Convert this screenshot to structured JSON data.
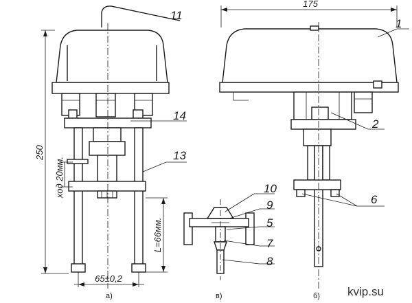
{
  "dimensions": {
    "height_total": "250",
    "width_top": "175",
    "stroke": "ход 20мм.",
    "spacing": "65±0,2",
    "length": "L=66мм."
  },
  "callouts": [
    "1",
    "2",
    "5",
    "6",
    "7",
    "8",
    "9",
    "10",
    "11",
    "13",
    "14"
  ],
  "view_labels": {
    "a": "а)",
    "b": "б)",
    "c": "в)"
  },
  "watermark": "kvip.su"
}
